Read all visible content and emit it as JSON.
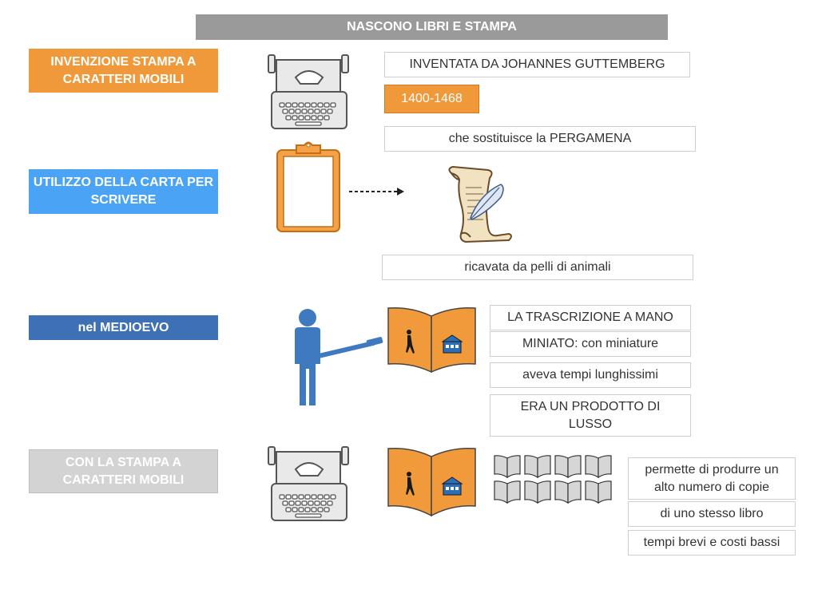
{
  "title": "NASCONO LIBRI E STAMPA",
  "labels": {
    "invenzione": "INVENZIONE STAMPA A CARATTERI MOBILI",
    "carta": "UTILIZZO DELLA CARTA PER SCRIVERE",
    "medioevo": "nel MEDIOEVO",
    "con_stampa": "CON LA STAMPA A CARATTERI MOBILI"
  },
  "info": {
    "inventata": "INVENTATA DA JOHANNES GUTTEMBERG",
    "date": "1400-1468",
    "sostituisce": "che sostituisce la PERGAMENA",
    "ricavata": "ricavata da pelli di animali",
    "trascrizione": "LA TRASCRIZIONE A MANO",
    "miniato": "MINIATO: con miniature",
    "tempi_lunghi": "aveva tempi lunghissimi",
    "lusso": "ERA UN PRODOTTO DI LUSSO",
    "permette": "permette di produrre un alto numero di copie",
    "stesso_libro": "di uno stesso libro",
    "tempi_brevi": "tempi brevi e costi bassi"
  },
  "colors": {
    "orange": "#f0993a",
    "blue": "#4aa3f5",
    "dark_blue": "#3d70b5",
    "gray": "#d3d3d3",
    "title_gray": "#9a9a9a",
    "person_blue": "#3f79c0"
  },
  "icons": [
    "typewriter-icon",
    "clipboard-icon",
    "scroll-quill-icon",
    "person-with-pen-icon",
    "open-book-icon",
    "small-books-icon"
  ]
}
